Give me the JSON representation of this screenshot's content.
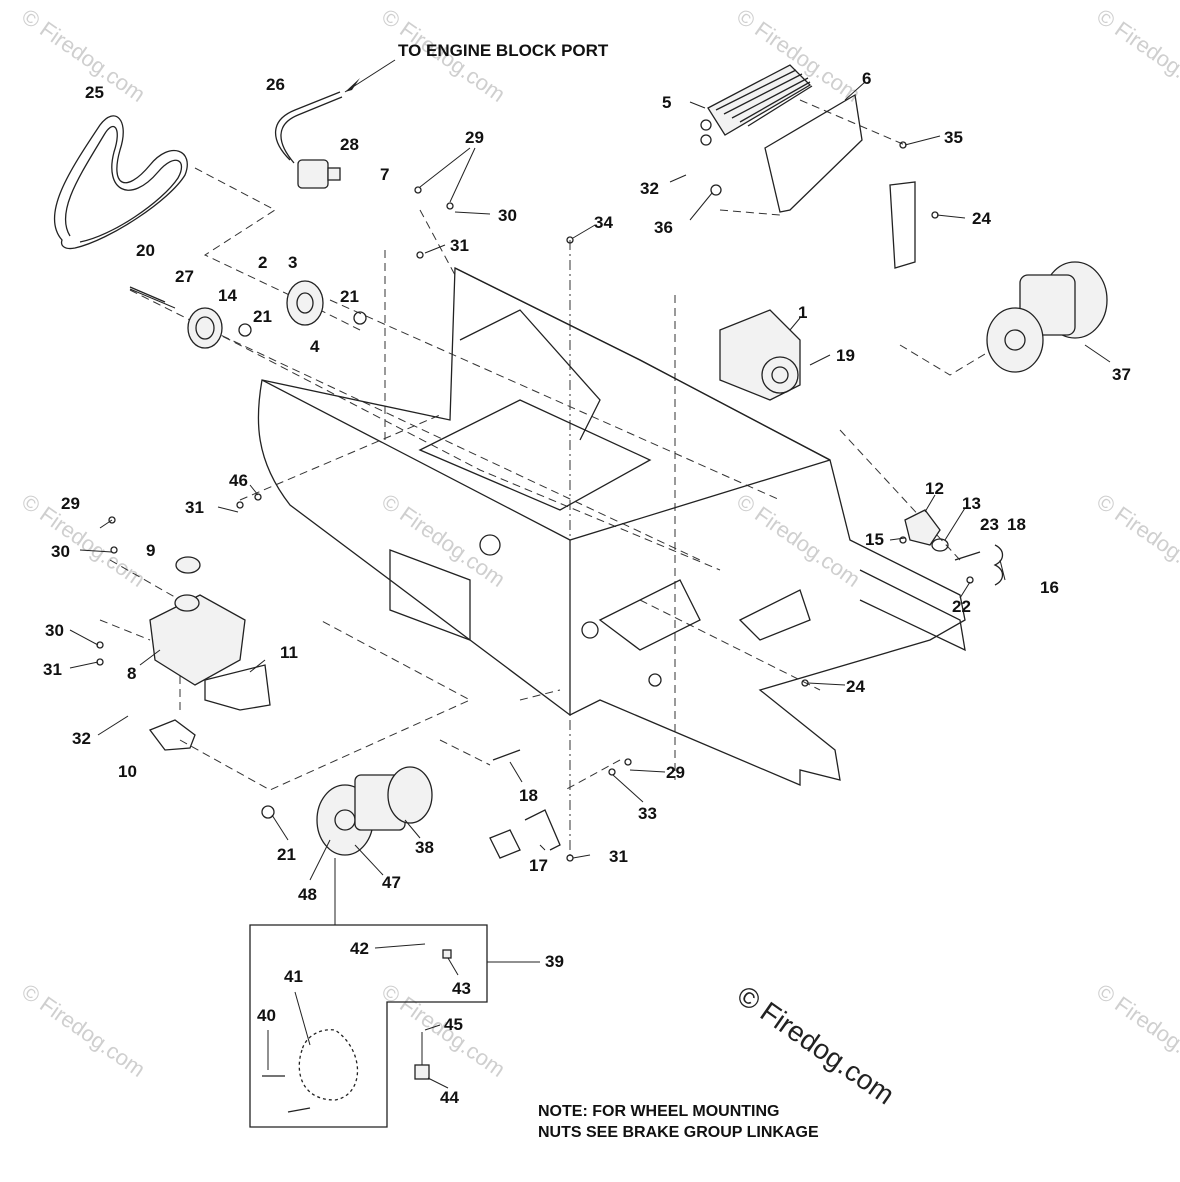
{
  "title_callout": "TO ENGINE BLOCK PORT",
  "note_lines": [
    "NOTE: FOR WHEEL MOUNTING",
    "NUTS SEE BRAKE GROUP LINKAGE"
  ],
  "watermark": "© Firedog.com",
  "labels": [
    {
      "id": "25",
      "text": "25"
    },
    {
      "id": "26",
      "text": "26"
    },
    {
      "id": "28",
      "text": "28"
    },
    {
      "id": "7",
      "text": "7"
    },
    {
      "id": "29a",
      "text": "29"
    },
    {
      "id": "30a",
      "text": "30"
    },
    {
      "id": "31a",
      "text": "31"
    },
    {
      "id": "5",
      "text": "5"
    },
    {
      "id": "6",
      "text": "6"
    },
    {
      "id": "35",
      "text": "35"
    },
    {
      "id": "32a",
      "text": "32"
    },
    {
      "id": "36",
      "text": "36"
    },
    {
      "id": "24a",
      "text": "24"
    },
    {
      "id": "34",
      "text": "34"
    },
    {
      "id": "20",
      "text": "20"
    },
    {
      "id": "27",
      "text": "27"
    },
    {
      "id": "14",
      "text": "14"
    },
    {
      "id": "2",
      "text": "2"
    },
    {
      "id": "3",
      "text": "3"
    },
    {
      "id": "21a",
      "text": "21"
    },
    {
      "id": "21b",
      "text": "21"
    },
    {
      "id": "4",
      "text": "4"
    },
    {
      "id": "1",
      "text": "1"
    },
    {
      "id": "19",
      "text": "19"
    },
    {
      "id": "37",
      "text": "37"
    },
    {
      "id": "46",
      "text": "46"
    },
    {
      "id": "31b",
      "text": "31"
    },
    {
      "id": "29b",
      "text": "29"
    },
    {
      "id": "30b",
      "text": "30"
    },
    {
      "id": "9",
      "text": "9"
    },
    {
      "id": "30c",
      "text": "30"
    },
    {
      "id": "31c",
      "text": "31"
    },
    {
      "id": "8",
      "text": "8"
    },
    {
      "id": "11",
      "text": "11"
    },
    {
      "id": "32b",
      "text": "32"
    },
    {
      "id": "10",
      "text": "10"
    },
    {
      "id": "12",
      "text": "12"
    },
    {
      "id": "13",
      "text": "13"
    },
    {
      "id": "23",
      "text": "23"
    },
    {
      "id": "18a",
      "text": "18"
    },
    {
      "id": "15",
      "text": "15"
    },
    {
      "id": "16",
      "text": "16"
    },
    {
      "id": "22",
      "text": "22"
    },
    {
      "id": "24b",
      "text": "24"
    },
    {
      "id": "29c",
      "text": "29"
    },
    {
      "id": "33",
      "text": "33"
    },
    {
      "id": "18b",
      "text": "18"
    },
    {
      "id": "31d",
      "text": "31"
    },
    {
      "id": "17",
      "text": "17"
    },
    {
      "id": "21c",
      "text": "21"
    },
    {
      "id": "38",
      "text": "38"
    },
    {
      "id": "47",
      "text": "47"
    },
    {
      "id": "48",
      "text": "48"
    },
    {
      "id": "39",
      "text": "39"
    },
    {
      "id": "42",
      "text": "42"
    },
    {
      "id": "43",
      "text": "43"
    },
    {
      "id": "41",
      "text": "41"
    },
    {
      "id": "40",
      "text": "40"
    },
    {
      "id": "45",
      "text": "45"
    },
    {
      "id": "44",
      "text": "44"
    }
  ]
}
